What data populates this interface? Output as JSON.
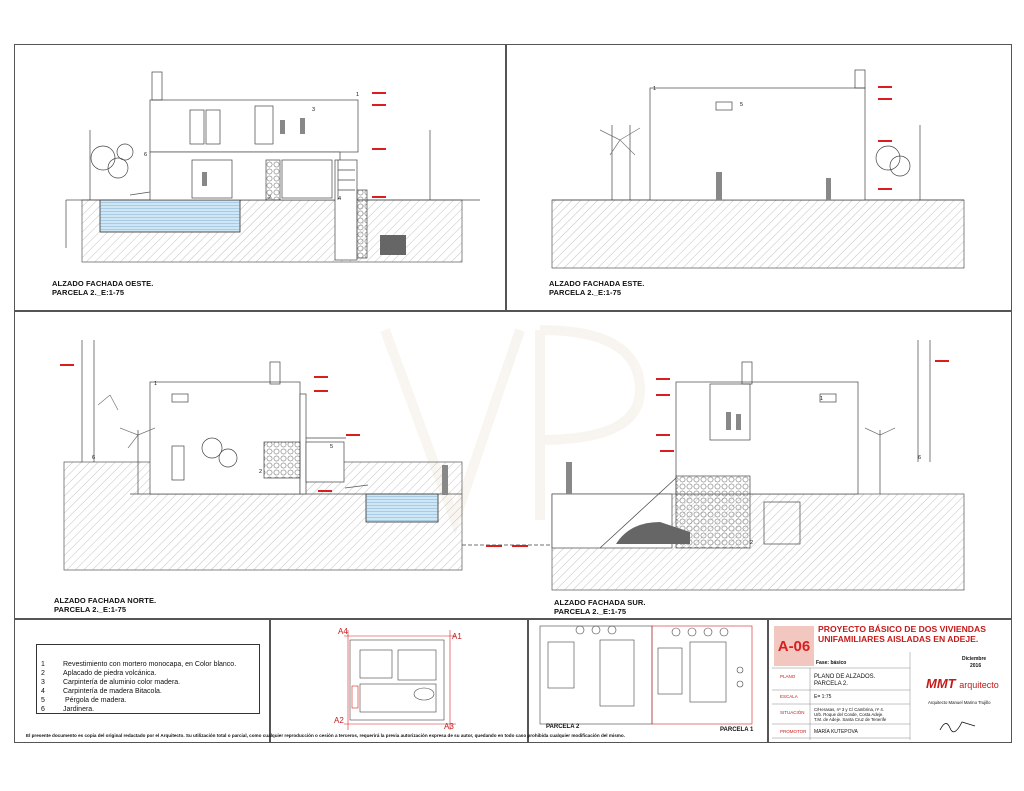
{
  "drawings": {
    "oeste": {
      "title": "ALZADO FACHADA OESTE.",
      "subtitle": "PARCELA 2._E:1-75"
    },
    "este": {
      "title": "ALZADO FACHADA ESTE.",
      "subtitle": "PARCELA 2._E:1-75"
    },
    "norte": {
      "title": "ALZADO FACHADA NORTE.",
      "subtitle": "PARCELA 2._E:1-75"
    },
    "sur": {
      "title": "ALZADO FACHADA SUR.",
      "subtitle": "PARCELA 2._E:1-75"
    }
  },
  "callouts": [
    "1",
    "2",
    "3",
    "4",
    "5",
    "6"
  ],
  "legend": [
    {
      "num": "1",
      "text": "Revestimiento con mortero monocapa, en Color blanco."
    },
    {
      "num": "2",
      "text": "Aplacado de piedra volcánica."
    },
    {
      "num": "3",
      "text": "Carpintería de aluminio color madera."
    },
    {
      "num": "4",
      "text": "Carpintería de madera Bitacola."
    },
    {
      "num": "5",
      "text": " Pérgola de madera."
    },
    {
      "num": "6",
      "text": "Jardinera."
    }
  ],
  "disclaimer": "El presente documento es copia del original redactado por el Arquitecto. Su utilización total o parcial, como cualquier reproducción o cesión a terceros, requerirá la previa autorización expresa de su autor,  quedando en todo caso prohibida cualquier modificación del mismo.",
  "keyplan": {
    "a1": "A1",
    "a2": "A2",
    "a3": "A3",
    "a4": "A4"
  },
  "site": {
    "parcela1": "PARCELA 1",
    "parcela2": "PARCELA 2"
  },
  "cartouche": {
    "code": "A-06",
    "project": "PROYECTO BÁSICO DE DOS VIVIENDAS UNIFAMILIARES AISLADAS EN ADEJE.",
    "phase": "Fase: básico",
    "date_month": "Diciembre",
    "date_year": "2016",
    "plano_label": "PLANO",
    "plano_value": "PLANO DE ALZADOS.",
    "plano_value2": "PARCELA 2.",
    "escala_label": "ESCALA",
    "escala_value": "E= 1:75",
    "situacion_label": "SITUACIÓN",
    "situacion_value": "C/Herasas, nº 3 y C/ Cambrina, nº 4.",
    "situacion_value2": "Urb. Roque del Conde, Costa Adeje.",
    "situacion_value3": "T.M. de Adeje. Santa Cruz de Tenerife",
    "promotor_label": "PROMOTOR",
    "promotor_value": "MARÍA KUTEPOVA",
    "logo_main": "MMT",
    "logo_sub": "arquitecto",
    "architect": "Arquitecto Manuel Marino Trujillo"
  },
  "colors": {
    "accent": "#d81e1e",
    "pool": "#cfe6f5",
    "line": "#333333"
  }
}
